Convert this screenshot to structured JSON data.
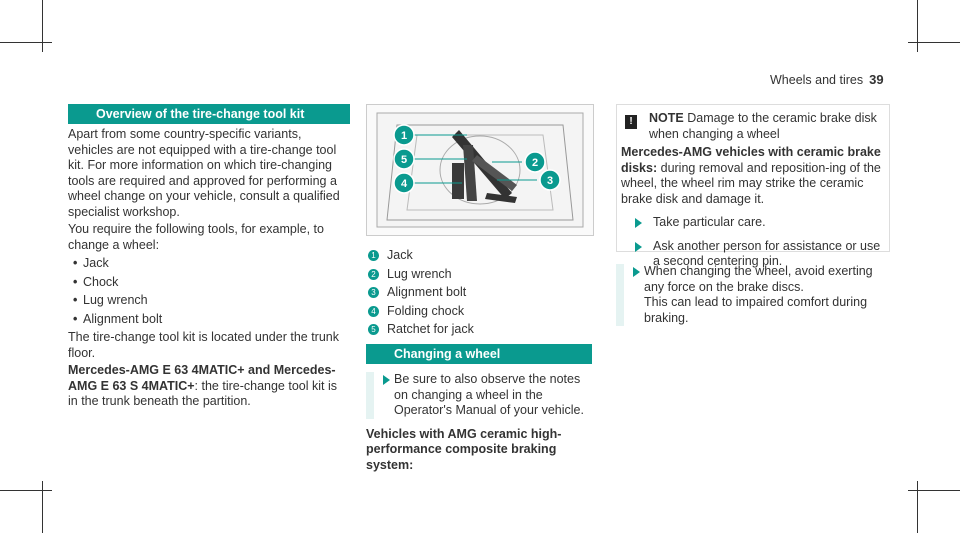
{
  "header": {
    "section": "Wheels and tires",
    "page": "39"
  },
  "overview": {
    "title": "Overview of the tire-change tool kit",
    "intro": "Apart from some country-specific variants, vehicles are not equipped with a tire-change tool kit. For more information on which tire-changing tools are required and approved for performing a wheel change on your vehicle, consult a qualified specialist workshop.",
    "require": "You require the following tools, for example, to change a wheel:",
    "tools": [
      "Jack",
      "Chock",
      "Lug wrench",
      "Alignment bolt"
    ],
    "location": "The tire-change tool kit is located under the trunk floor.",
    "amg_bold": "Mercedes-AMG E 63 4MATIC+ and Mercedes-AMG E 63 S 4MATIC+",
    "amg_text": ": the tire-change tool kit is in the trunk beneath the partition."
  },
  "figure": {
    "callouts": [
      "1",
      "2",
      "3",
      "4",
      "5"
    ],
    "legend": [
      {
        "num": "1",
        "label": "Jack"
      },
      {
        "num": "2",
        "label": "Lug wrench"
      },
      {
        "num": "3",
        "label": "Alignment bolt"
      },
      {
        "num": "4",
        "label": "Folding chock"
      },
      {
        "num": "5",
        "label": "Ratchet for jack"
      }
    ]
  },
  "changing": {
    "title": "Changing a wheel",
    "step1": "Be sure to also observe the notes on changing a wheel in the Operator's Manual of your vehicle.",
    "subhead": "Vehicles with AMG ceramic high-performance composite braking system:"
  },
  "note": {
    "icon": "!",
    "label": "NOTE",
    "text": "Damage to the ceramic brake disk when changing a wheel",
    "sub_bold": "Mercedes-AMG vehicles with ceramic brake disks:",
    "sub_text": " during removal and reposition-ing of the wheel, the wheel rim may strike the ceramic brake disk and damage it.",
    "steps": [
      "Take particular care.",
      "Ask another person for assistance or use a second centering pin."
    ]
  },
  "step_final": "When changing the wheel, avoid exerting any force on the brake discs.\nThis can lead to impaired comfort during braking.",
  "colors": {
    "accent": "#0a9a8f"
  }
}
